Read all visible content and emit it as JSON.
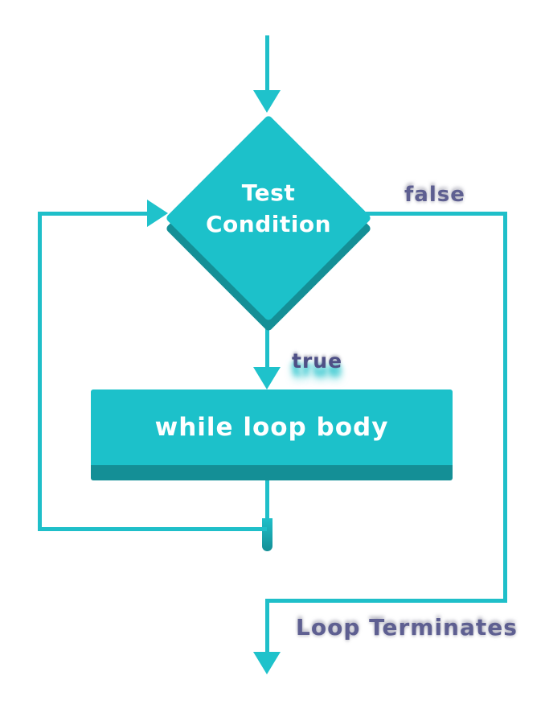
{
  "flowchart": {
    "type": "while-loop-flowchart",
    "decision": {
      "shape": "diamond",
      "label": "Test Condition"
    },
    "process": {
      "shape": "rectangle",
      "label": "while loop body"
    },
    "labels": {
      "false_branch": "false",
      "true_branch": "true",
      "termination": "Loop Terminates"
    },
    "icons": [
      "arrow-down-icon (entry into decision)",
      "arrow-down-icon (true branch into process)",
      "arrow-right-icon (loop back into decision)",
      "arrow-down-icon (loop termination exit)"
    ],
    "colors": {
      "shape_fill": "#1CC1CA",
      "shape_shade_3d": "#148F96",
      "connector_line": "#1FBFC9",
      "edge_label_text": "#5E5F91",
      "node_text": "#FFFFFF",
      "background": "#FFFFFF"
    }
  }
}
